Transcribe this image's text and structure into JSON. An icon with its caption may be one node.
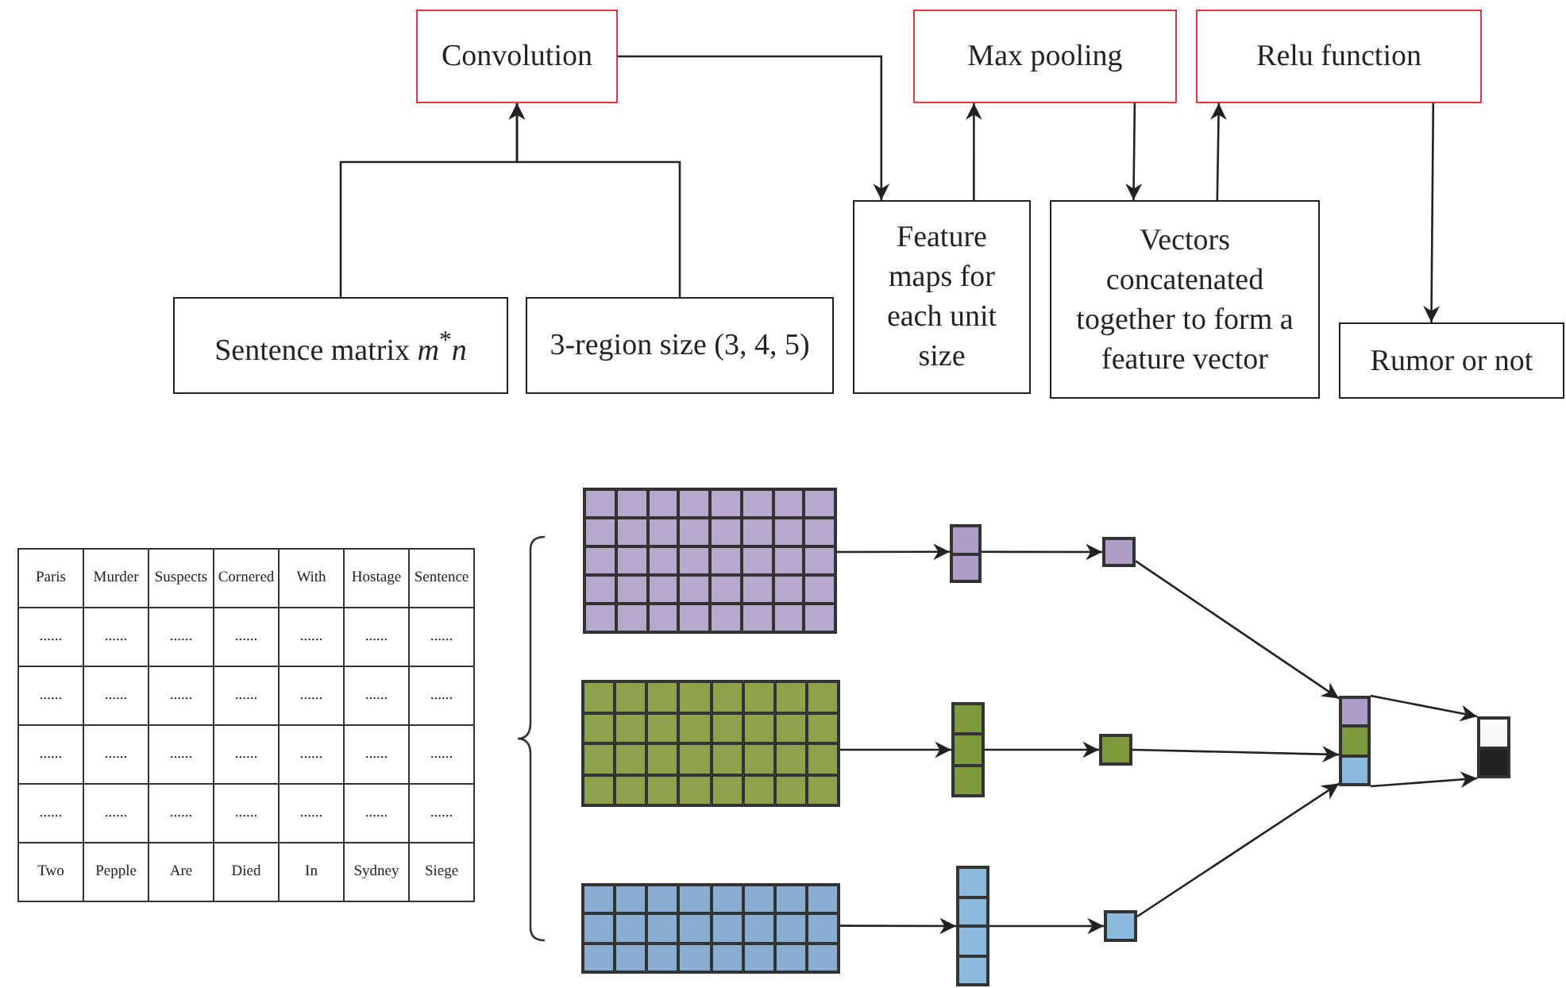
{
  "diagram": {
    "nodes": [
      {
        "text": [
          "Convolution"
        ]
      },
      {
        "text": [
          "Max pooling"
        ]
      },
      {
        "text": [
          "Relu function"
        ]
      },
      {
        "text": [
          "Sentence matrix *m*$^{*}$*n*"
        ]
      },
      {
        "text": [
          "3-region size (3, 4, 5)"
        ]
      },
      {
        "text": [
          "Feature maps for each unit size"
        ]
      },
      {
        "text": [
          "Vectors concatenated together to form a feature vector"
        ]
      },
      {
        "text": [
          "Rumor or not"
        ]
      },
      {
        "text": [],
        "shape": "grid"
      },
      {
        "text": [],
        "shape": "grid"
      },
      {
        "text": [],
        "shape": "grid"
      },
      {
        "text": [],
        "shape": "bar"
      },
      {
        "text": [],
        "shape": "bar"
      },
      {
        "text": [],
        "shape": "bar"
      },
      {
        "text": [],
        "shape": "box"
      },
      {
        "text": [],
        "shape": "box"
      },
      {
        "text": [],
        "shape": "box"
      },
      {
        "text": [],
        "shape": "bar"
      },
      {
        "text": [],
        "shape": "bar"
      }
    ],
    "edges": [
      {
        "from": 3,
        "to": 0,
        "arrow": "to"
      },
      {
        "from": 4,
        "to": 0,
        "arrow": "to"
      },
      {
        "from": 0,
        "to": 5,
        "arrow": "to"
      },
      {
        "from": 5,
        "to": 1,
        "arrow": "to"
      },
      {
        "from": 1,
        "to": 6,
        "arrow": "to"
      },
      {
        "from": 6,
        "to": 2,
        "arrow": "to"
      },
      {
        "from": 2,
        "to": 7,
        "arrow": "to"
      },
      {
        "from": 8,
        "to": 11,
        "arrow": "to"
      },
      {
        "from": 11,
        "to": 14,
        "arrow": "to"
      },
      {
        "from": 9,
        "to": 12,
        "arrow": "to"
      },
      {
        "from": 12,
        "to": 15,
        "arrow": "to"
      },
      {
        "from": 10,
        "to": 13,
        "arrow": "to"
      },
      {
        "from": 13,
        "to": 16,
        "arrow": "to"
      },
      {
        "from": 14,
        "to": 17,
        "arrow": "to"
      },
      {
        "from": 15,
        "to": 17,
        "arrow": "to"
      },
      {
        "from": 16,
        "to": 17,
        "arrow": "to"
      },
      {
        "from": 17,
        "to": 18,
        "arrow": "to"
      },
      {
        "from": 17,
        "to": 18,
        "arrow": "to"
      }
    ],
    "labels": [
      "Paris",
      "Murder",
      "Suspects",
      "Cornered",
      "With",
      "Hostage",
      "Sentence",
      "......",
      "......",
      "......",
      "......",
      "......",
      "......",
      "......",
      "......",
      "......",
      "......",
      "......",
      "......",
      "......",
      "......",
      "......",
      "......",
      "......",
      "......",
      "......",
      "......",
      "......",
      "......",
      "......",
      "......",
      "......",
      "......",
      "......",
      "......",
      "Two",
      "Pepple",
      "Are",
      "Died",
      "In",
      "Sydney",
      "Siege"
    ]
  }
}
